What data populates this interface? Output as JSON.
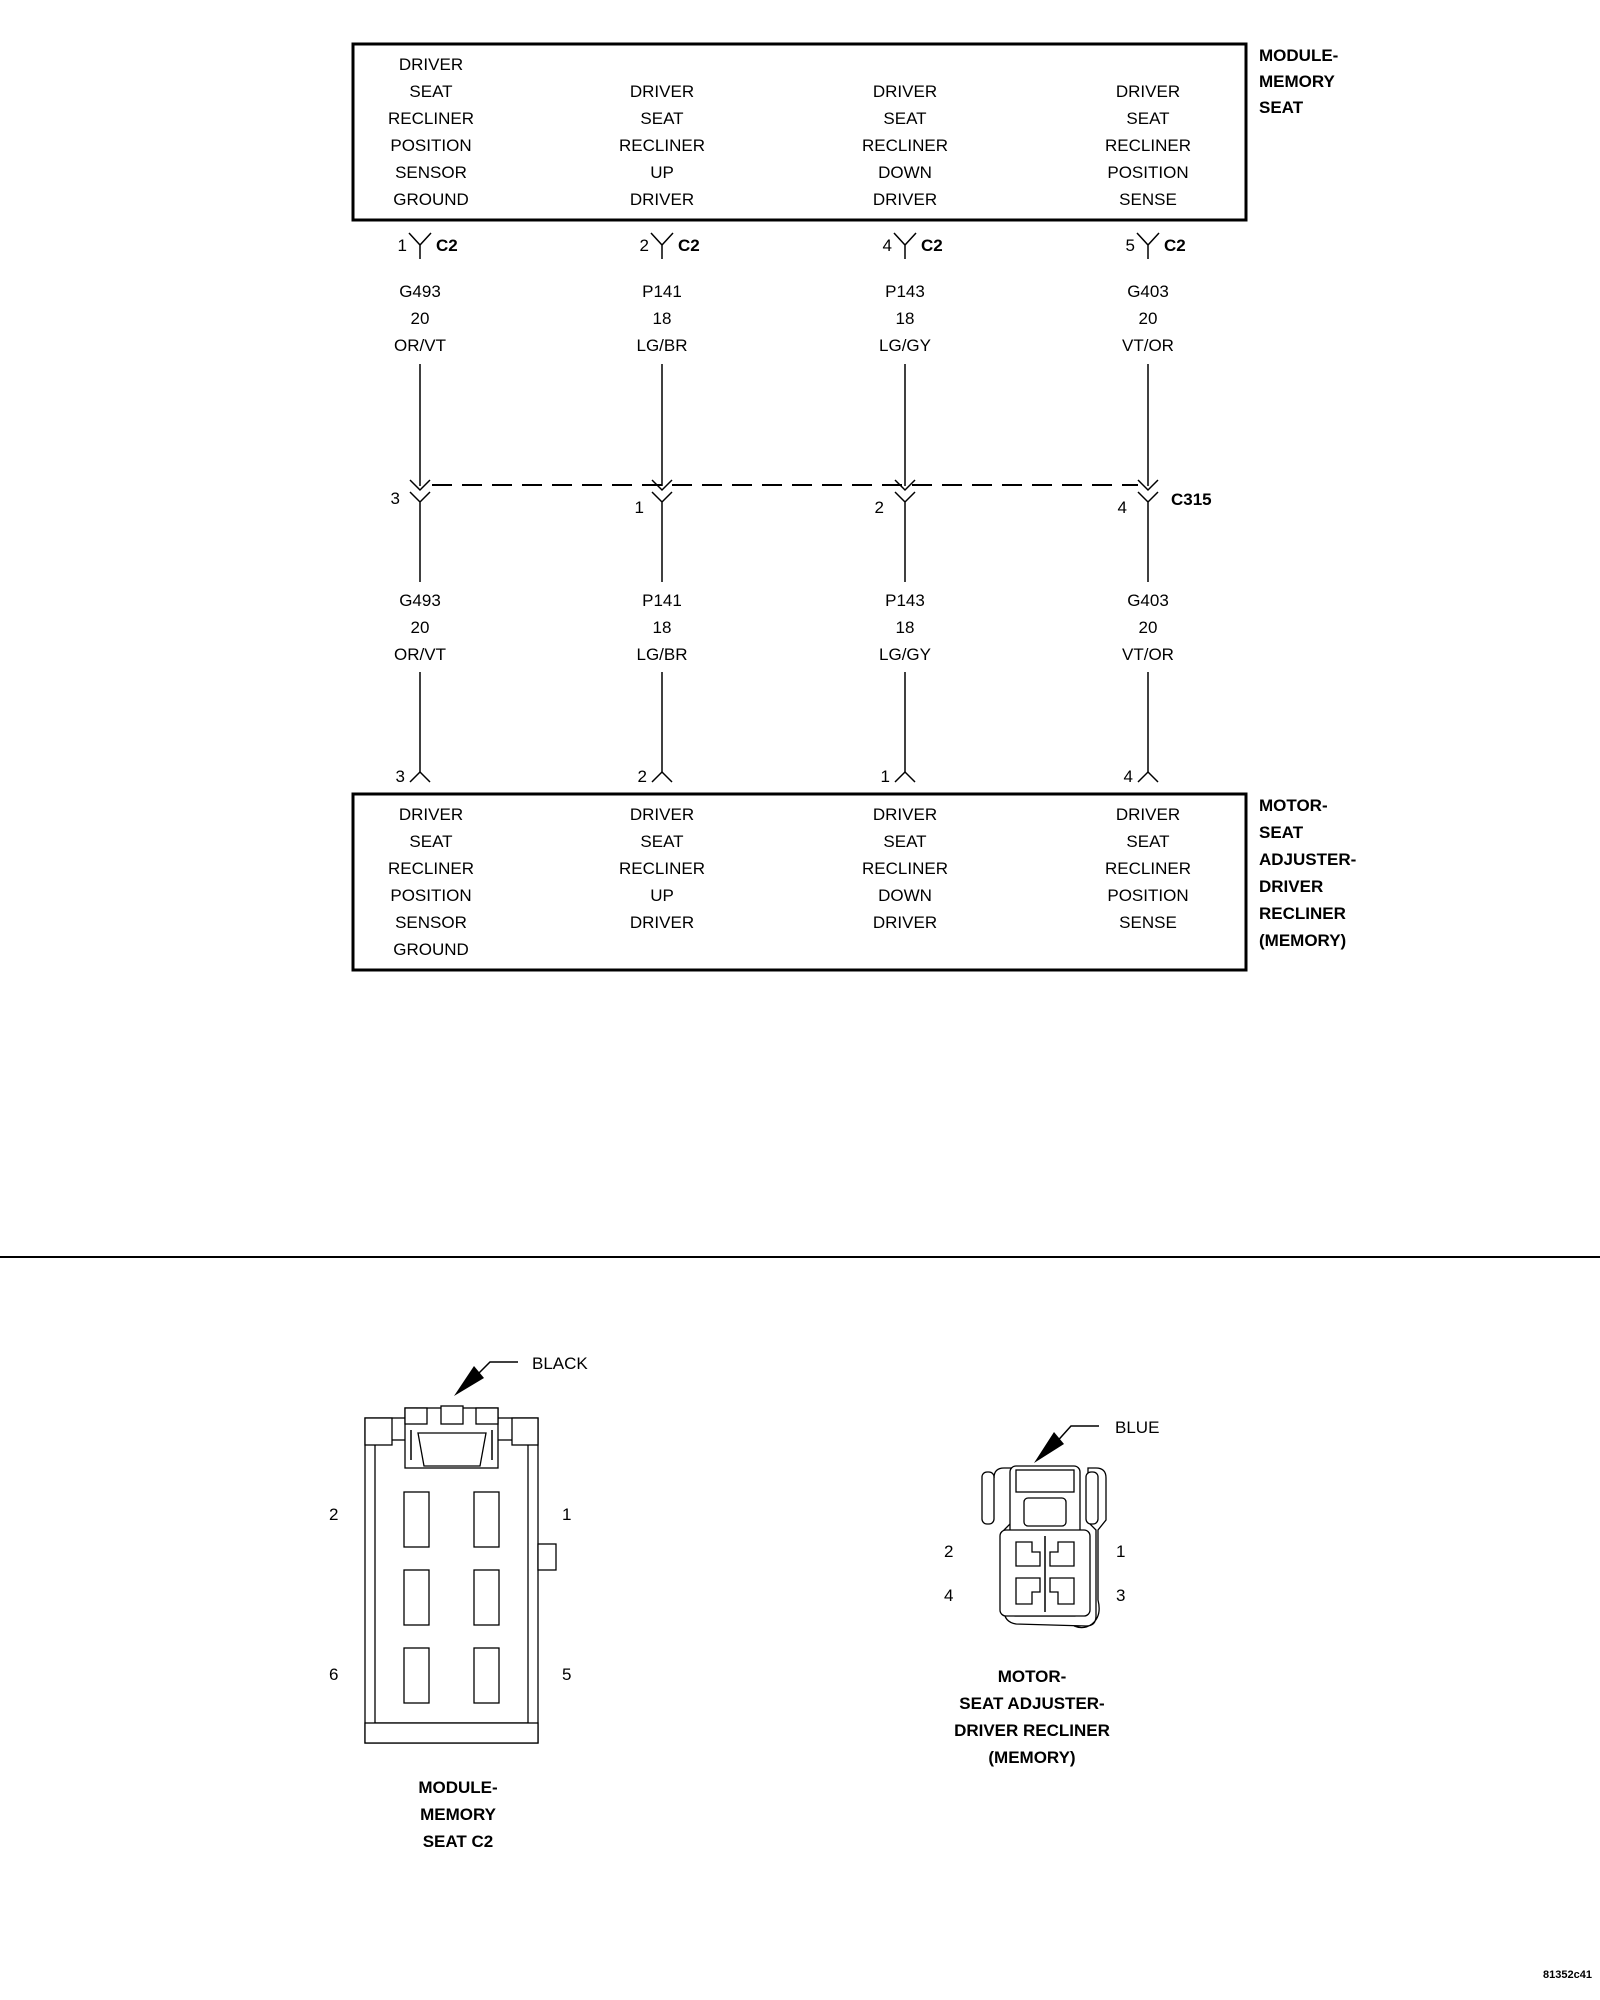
{
  "module_box": {
    "title": [
      "MODULE-",
      "MEMORY",
      "SEAT"
    ],
    "columns": [
      [
        "DRIVER",
        "SEAT",
        "RECLINER",
        "POSITION",
        "SENSOR",
        "GROUND"
      ],
      [
        "DRIVER",
        "SEAT",
        "RECLINER",
        "UP",
        "DRIVER"
      ],
      [
        "DRIVER",
        "SEAT",
        "RECLINER",
        "DOWN",
        "DRIVER"
      ],
      [
        "DRIVER",
        "SEAT",
        "RECLINER",
        "POSITION",
        "SENSE"
      ]
    ]
  },
  "top_pins": [
    {
      "pin": "1",
      "connector": "C2"
    },
    {
      "pin": "2",
      "connector": "C2"
    },
    {
      "pin": "4",
      "connector": "C2"
    },
    {
      "pin": "5",
      "connector": "C2"
    }
  ],
  "wires": [
    {
      "circuit": "G493",
      "gauge": "20",
      "color": "OR/VT"
    },
    {
      "circuit": "P141",
      "gauge": "18",
      "color": "LG/BR"
    },
    {
      "circuit": "P143",
      "gauge": "18",
      "color": "LG/GY"
    },
    {
      "circuit": "G403",
      "gauge": "20",
      "color": "VT/OR"
    }
  ],
  "inline_connector": {
    "name": "C315",
    "pins": [
      "3",
      "1",
      "2",
      "4"
    ]
  },
  "bottom_pins": [
    "3",
    "2",
    "1",
    "4"
  ],
  "motor_box": {
    "title": [
      "MOTOR-",
      "SEAT",
      "ADJUSTER-",
      "DRIVER",
      "RECLINER",
      "(MEMORY)"
    ],
    "columns": [
      [
        "DRIVER",
        "SEAT",
        "RECLINER",
        "POSITION",
        "SENSOR",
        "GROUND"
      ],
      [
        "DRIVER",
        "SEAT",
        "RECLINER",
        "UP",
        "DRIVER"
      ],
      [
        "DRIVER",
        "SEAT",
        "RECLINER",
        "DOWN",
        "DRIVER"
      ],
      [
        "DRIVER",
        "SEAT",
        "RECLINER",
        "POSITION",
        "SENSE"
      ]
    ]
  },
  "connector_c2": {
    "color_label": "BLACK",
    "pins": {
      "top_left": "2",
      "top_right": "1",
      "bottom_left": "6",
      "bottom_right": "5"
    },
    "title": [
      "MODULE-",
      "MEMORY",
      "SEAT C2"
    ]
  },
  "connector_motor": {
    "color_label": "BLUE",
    "pins": {
      "top_left": "2",
      "top_right": "1",
      "bottom_left": "4",
      "bottom_right": "3"
    },
    "title": [
      "MOTOR-",
      "SEAT ADJUSTER-",
      "DRIVER RECLINER",
      "(MEMORY)"
    ]
  },
  "figure_id": "81352c41"
}
